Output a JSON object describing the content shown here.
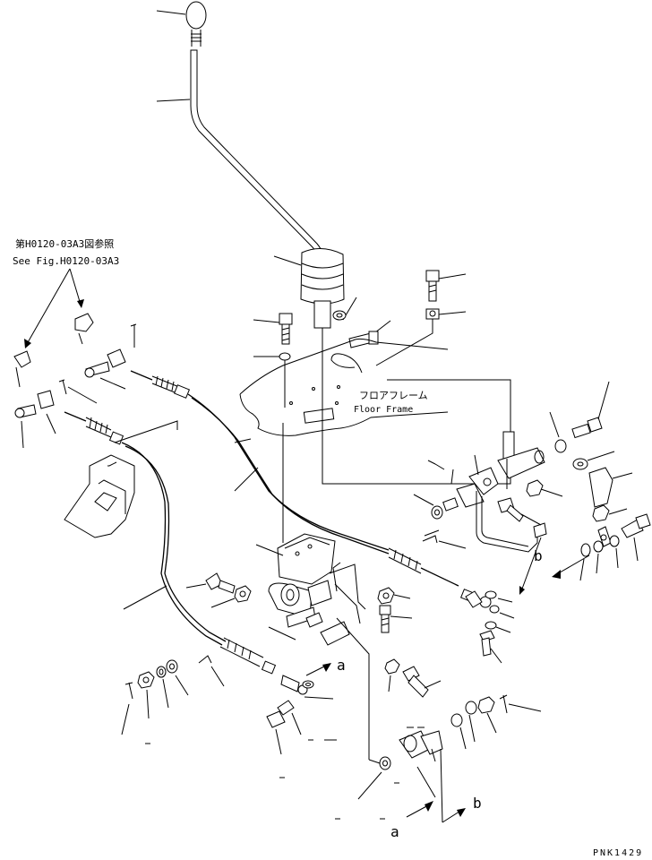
{
  "reference_note": {
    "line_jp": "第H0120-03A3図参照",
    "line_en": "See Fig.H0120-03A3"
  },
  "floor_frame": {
    "label_jp": "フロアフレーム",
    "label_en": "Floor Frame"
  },
  "connector_labels": {
    "a_upper": "a",
    "a_lower": "a",
    "b_right": "b",
    "b_lower": "b"
  },
  "drawing_code": "PNK1429"
}
